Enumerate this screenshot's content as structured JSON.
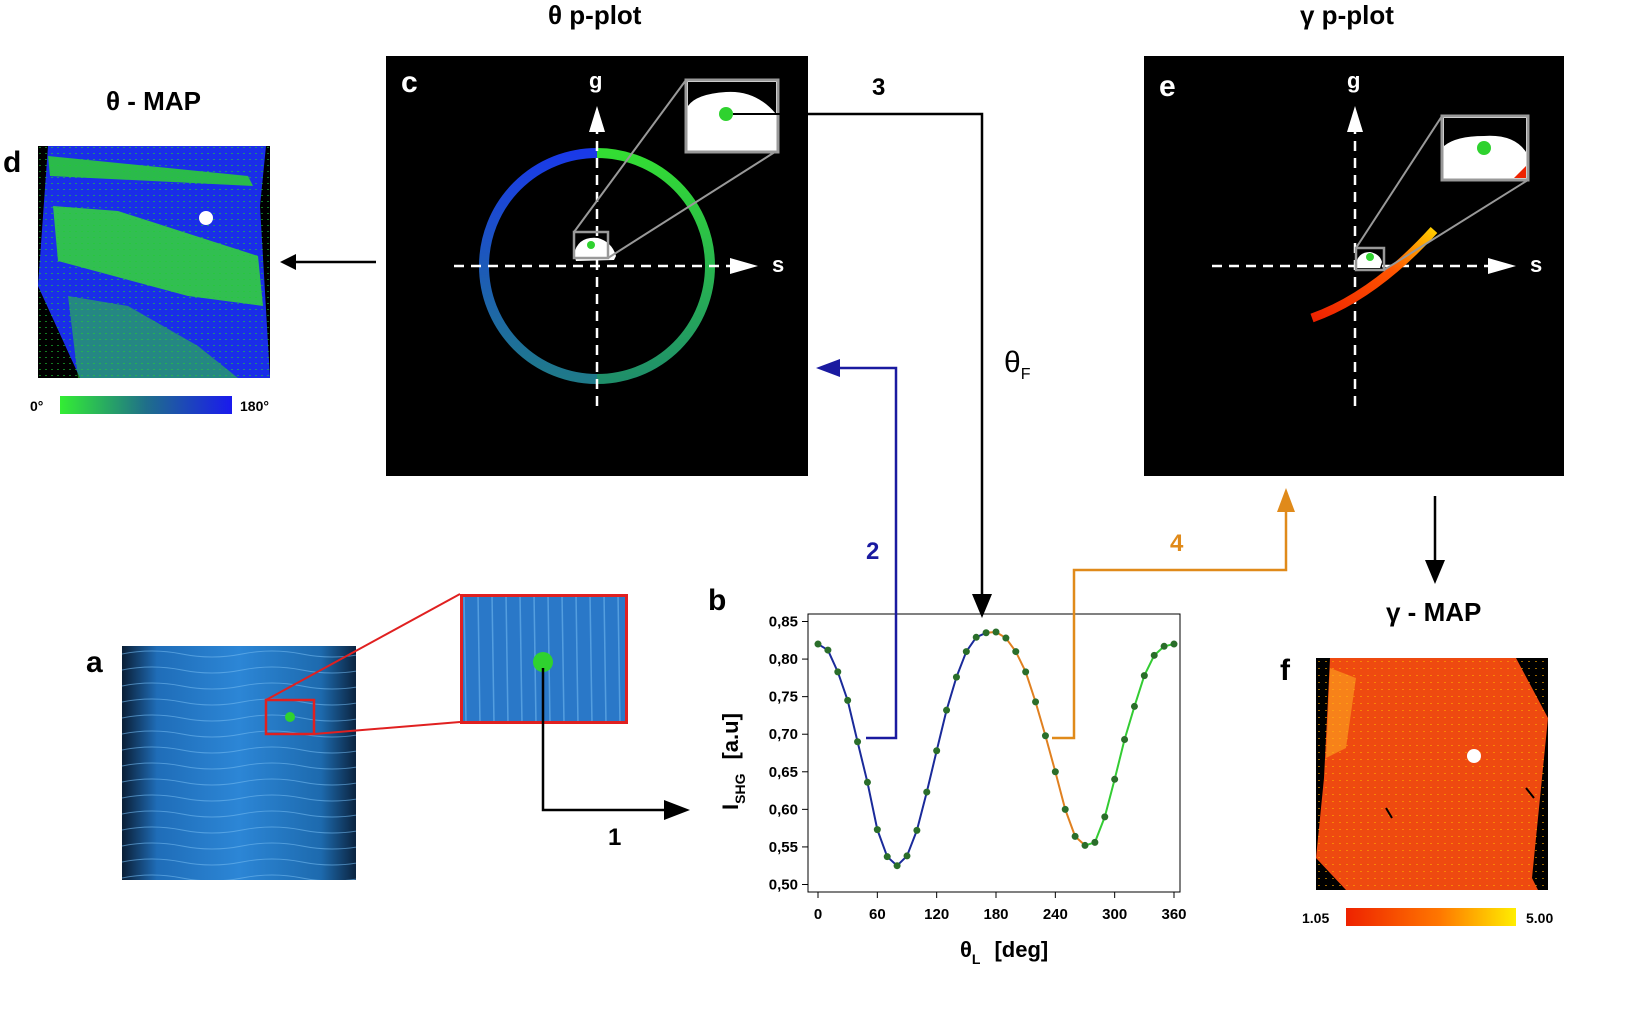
{
  "titles": {
    "theta_pplot": "θ p-plot",
    "gamma_pplot": "γ p-plot",
    "theta_map": "θ - MAP",
    "gamma_map": "γ - MAP"
  },
  "panel_letters": {
    "a": "a",
    "b": "b",
    "c": "c",
    "d": "d",
    "e": "e",
    "f": "f"
  },
  "axes": {
    "g": "g",
    "s": "s"
  },
  "steps": {
    "one": "1",
    "two": "2",
    "three": "3",
    "four": "4"
  },
  "theta_f": {
    "symbol": "θ",
    "subscript": "F"
  },
  "colorbars": {
    "theta": {
      "min": "0°",
      "max": "180°",
      "colors": [
        "#33ee33",
        "#1f6f8a",
        "#1a1aee"
      ]
    },
    "gamma": {
      "min": "1.05",
      "max": "5.00",
      "colors": [
        "#ee2200",
        "#ff7700",
        "#ffee00"
      ]
    }
  },
  "colors": {
    "blue_arrow": "#1a1aa0",
    "orange_arrow": "#e08a1a",
    "curve_blue": "#1a2a9a",
    "curve_orange": "#e08020",
    "curve_green": "#33cc33",
    "marker": "#2a6e2a"
  },
  "chart_data": {
    "type": "line",
    "xlabel_symbol": "θ",
    "xlabel_sub": "L",
    "xlabel_unit": "[deg]",
    "ylabel_symbol": "I",
    "ylabel_sub": "SHG",
    "ylabel_unit": "[a.u]",
    "xlim": [
      0,
      360
    ],
    "ylim": [
      0.49,
      0.86
    ],
    "xticks": [
      "0",
      "60",
      "120",
      "180",
      "240",
      "300",
      "360"
    ],
    "xtick_values": [
      0,
      60,
      120,
      180,
      240,
      300,
      360
    ],
    "yticks": [
      "0,50",
      "0,55",
      "0,60",
      "0,65",
      "0,70",
      "0,75",
      "0,80",
      "0,85"
    ],
    "ytick_values": [
      0.5,
      0.55,
      0.6,
      0.65,
      0.7,
      0.75,
      0.8,
      0.85
    ],
    "x": [
      0,
      10,
      20,
      30,
      40,
      50,
      60,
      70,
      80,
      90,
      100,
      110,
      120,
      130,
      140,
      150,
      160,
      170,
      180,
      190,
      200,
      210,
      220,
      230,
      240,
      250,
      260,
      270,
      280,
      290,
      300,
      310,
      320,
      330,
      340,
      350,
      360
    ],
    "y": [
      0.82,
      0.812,
      0.783,
      0.745,
      0.69,
      0.636,
      0.573,
      0.537,
      0.525,
      0.538,
      0.572,
      0.623,
      0.678,
      0.732,
      0.776,
      0.81,
      0.829,
      0.835,
      0.836,
      0.828,
      0.81,
      0.783,
      0.743,
      0.698,
      0.65,
      0.6,
      0.564,
      0.552,
      0.556,
      0.59,
      0.64,
      0.693,
      0.737,
      0.778,
      0.805,
      0.817,
      0.82
    ],
    "segments": [
      {
        "from_x": 0,
        "to_x": 170,
        "color": "#1a2a9a"
      },
      {
        "from_x": 170,
        "to_x": 270,
        "color": "#e08020"
      },
      {
        "from_x": 270,
        "to_x": 360,
        "color": "#33cc33"
      }
    ]
  }
}
